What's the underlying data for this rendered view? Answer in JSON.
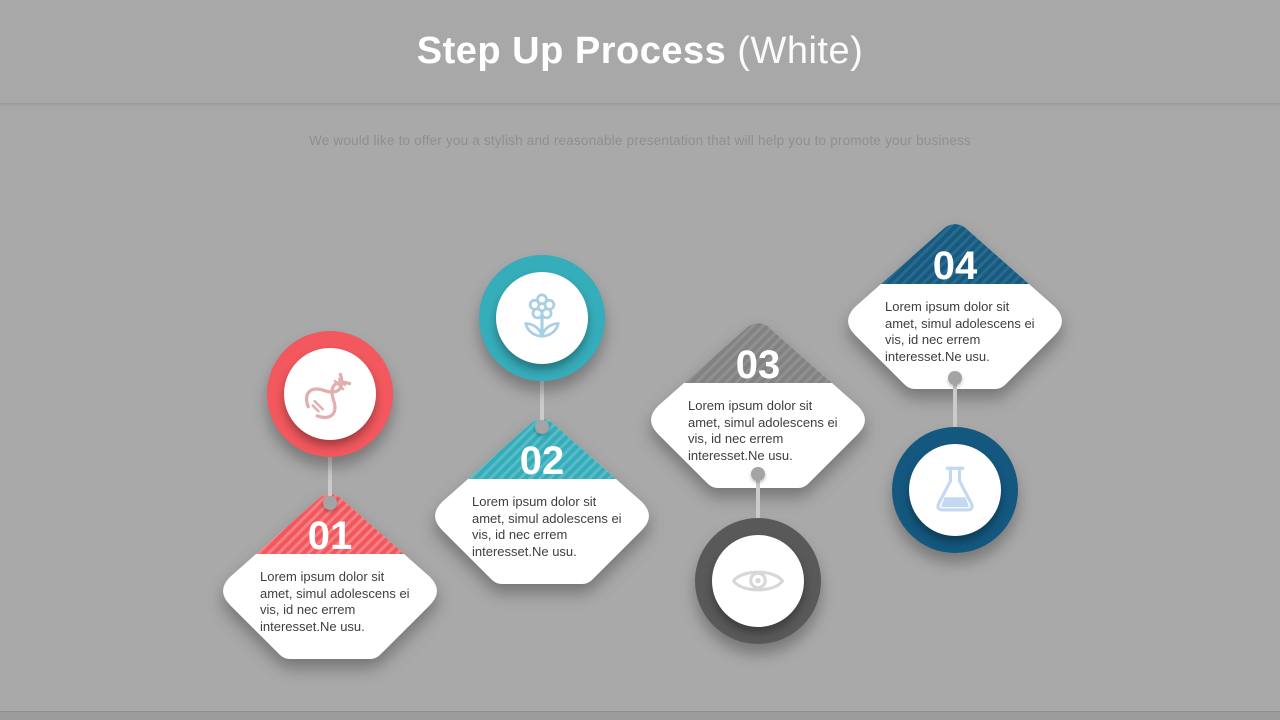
{
  "slide": {
    "title_bold": "Step Up Process",
    "title_light": " (White)",
    "subtitle": "We would like to offer you a stylish and reasonable presentation that will help you to promote your business"
  },
  "colors": {
    "background": "#A9A9A9",
    "card_white": "#FFFFFF",
    "body_text": "#3E3E3E",
    "connector_line": "#CBCBCB",
    "connector_dot": "#A4A4A4",
    "number_text": "#FFFFFF"
  },
  "steps": [
    {
      "number": "01",
      "icon": "dna-icon",
      "color": "#F2575D",
      "stripe": "#F57F83",
      "ring": "#F2585E",
      "icon_color": "#E2AFAE",
      "text": "Lorem ipsum dolor sit\namet, simul adolescens ei\nvis, id nec errem\ninteresset.Ne usu."
    },
    {
      "number": "02",
      "icon": "flower-icon",
      "color": "#35ACB9",
      "stripe": "#58BCC6",
      "ring": "#36ADBA",
      "icon_color": "#A9CFE5",
      "text": "Lorem ipsum dolor sit\namet, simul adolescens ei\nvis, id nec errem\ninteresset.Ne usu."
    },
    {
      "number": "03",
      "icon": "eye-icon",
      "color": "#828282",
      "stripe": "#909090",
      "ring": "#595959",
      "icon_color": "#D8D8D8",
      "text": "Lorem ipsum dolor sit\namet, simul adolescens ei\nvis, id nec errem\ninteresset.Ne usu."
    },
    {
      "number": "04",
      "icon": "flask-icon",
      "color": "#175A80",
      "stripe": "#2B6A8F",
      "ring": "#14587F",
      "icon_color": "#C4D8F0",
      "text": "Lorem ipsum dolor sit\namet, simul adolescens ei\nvis, id nec errem\ninteresset.Ne usu."
    }
  ]
}
